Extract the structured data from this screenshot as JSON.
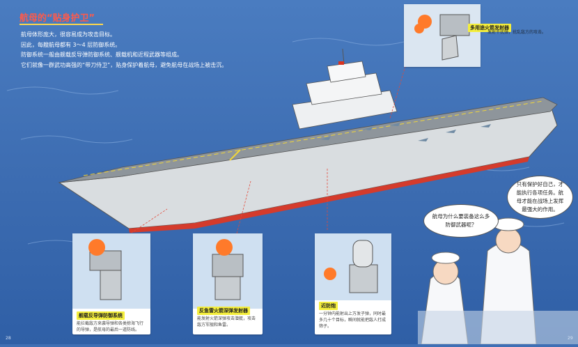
{
  "header": {
    "title": "航母的“贴身护卫”",
    "intro": [
      "航母体形庞大，很容易成为攻击目标。",
      "因此，每艘航母都有 3～4 层防御系统。",
      "防御系统一般由舰载反导弹防御系统、舰载机和近程武器等组成。",
      "它们就像一群武功高强的“带刀侍卫”，贴身保护着航母，避免航母在战场上被击沉。"
    ]
  },
  "callouts": {
    "multi_launcher": {
      "label": "多用途火箭发射器",
      "desc": "发射干扰弹，扰乱敌方的攻击。"
    },
    "anti_missile": {
      "label": "舰载反导弹防御系统",
      "desc": "能拦截敌方来袭导弹和各类掠海飞行的导弹，是航母的最后一道防线。"
    },
    "anti_sub": {
      "label": "反鱼雷火箭深弹发射器",
      "desc": "能发射火箭深弹攻击潜艇，攻击敌方军舰和鱼雷。"
    },
    "ciws": {
      "label": "近防炮",
      "desc": "一分钟内能射出上万发子弹，同时最多几十个目标，瞬间就能把敌人打成筛子。"
    }
  },
  "dialogue": {
    "child_question": "航母为什么要装备这么多防御武器呢？",
    "officer_answer": "只有保护好自己，才能执行各项任务。航母才能在战场上发挥最强大的作用。"
  },
  "page_numbers": {
    "left": "28",
    "right": "29"
  },
  "colors": {
    "sea": "#3f6fb4",
    "title": "#ff5a4a",
    "label_bg": "#f4ee3c",
    "deck": "#8e959b",
    "hull": "#dfe3e6",
    "waterline": "#d43b2c"
  }
}
